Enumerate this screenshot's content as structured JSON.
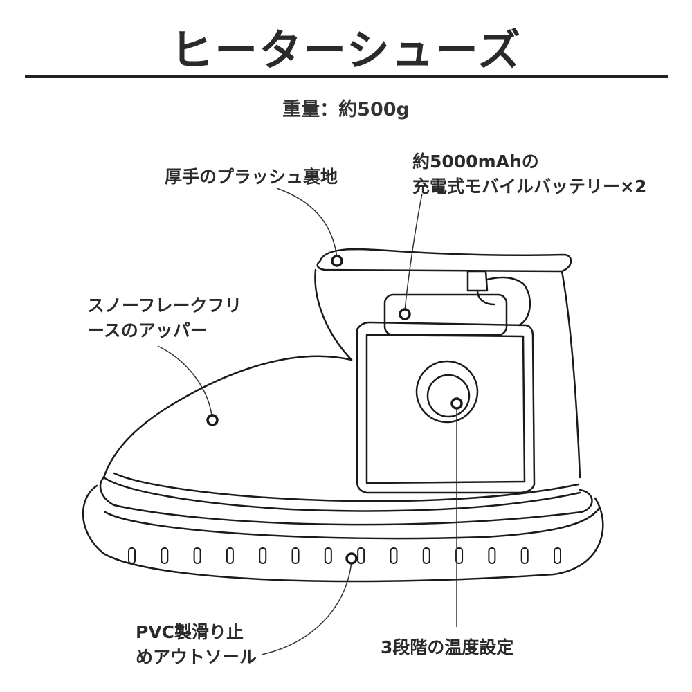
{
  "title": "ヒーターシューズ",
  "weight": "重量：約500g",
  "labels": {
    "lining": [
      "厚手のプラッシュ裏地"
    ],
    "battery": [
      "約5000mAhの",
      "充電式モバイルバッテリー×2"
    ],
    "upper": [
      "スノーフレークフリ",
      "ースのアッパー"
    ],
    "sole": [
      "PVC製滑り止",
      "めアウトソール"
    ],
    "temperature": [
      "3段階の温度設定"
    ]
  }
}
